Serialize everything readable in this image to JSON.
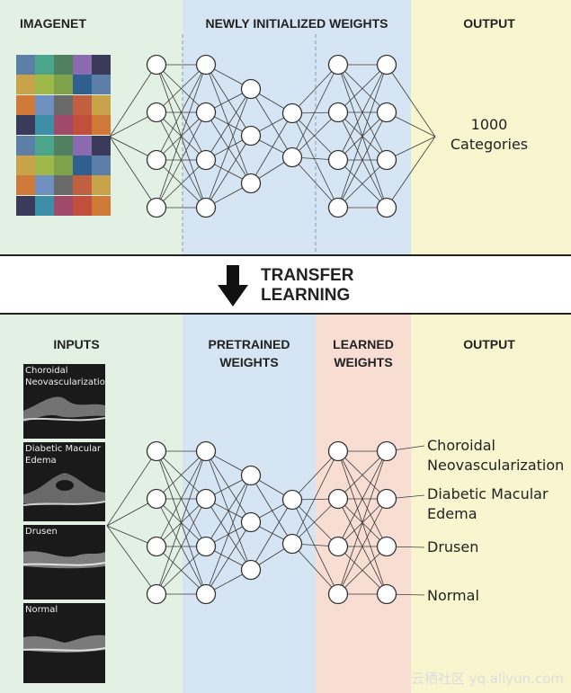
{
  "top": {
    "header_imagenet": "IMAGENET",
    "header_weights": "NEWLY INITIALIZED WEIGHTS",
    "header_output": "OUTPUT",
    "output_count": "1000",
    "output_label": "Categories"
  },
  "transfer": {
    "line1": "TRANSFER",
    "line2": "LEARNING",
    "arrow_icon": "down-arrow-icon"
  },
  "bottom": {
    "header_inputs": "INPUTS",
    "header_pretrained_1": "PRETRAINED",
    "header_pretrained_2": "WEIGHTS",
    "header_learned_1": "LEARNED",
    "header_learned_2": "WEIGHTS",
    "header_output": "OUTPUT",
    "inputs": [
      {
        "caption_1": "Choroidal",
        "caption_2": "Neovascularization"
      },
      {
        "caption_1": "Diabetic Macular",
        "caption_2": "Edema"
      },
      {
        "caption_1": "Drusen",
        "caption_2": ""
      },
      {
        "caption_1": "Normal",
        "caption_2": ""
      }
    ],
    "outputs": [
      {
        "line_1": "Choroidal",
        "line_2": "Neovascularization"
      },
      {
        "line_1": "Diabetic Macular",
        "line_2": "Edema"
      },
      {
        "line_1": "Drusen",
        "line_2": ""
      },
      {
        "line_1": "Normal",
        "line_2": ""
      }
    ]
  },
  "watermark": "云栖社区 yq.aliyun.com",
  "colors": {
    "green_band": "#e3f0e4",
    "blue_band": "#d6e5f3",
    "yellow_band": "#f9f6cf",
    "pink_band": "#f8ddd3"
  }
}
